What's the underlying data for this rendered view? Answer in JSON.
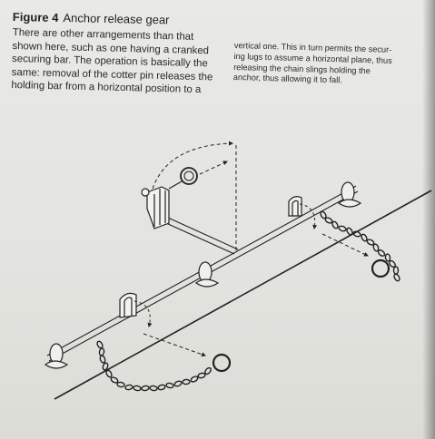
{
  "figure": {
    "label": "Figure 4",
    "title": "Anchor release gear"
  },
  "text": {
    "left_lines": [
      "There are other arrangements than that",
      "shown here, such as one having a cranked",
      "securing bar. The operation is basically the",
      "same: removal of the cotter pin releases the",
      "holding bar from a horizontal position to a"
    ],
    "right_lines": [
      "vertical one. This in turn permits the secur-",
      "ing lugs to assume a horizontal plane, thus",
      "releasing the chain slings holding the",
      "anchor, thus allowing it to fall."
    ]
  },
  "colors": {
    "paper": "#e6e6e2",
    "ink": "#222222"
  }
}
